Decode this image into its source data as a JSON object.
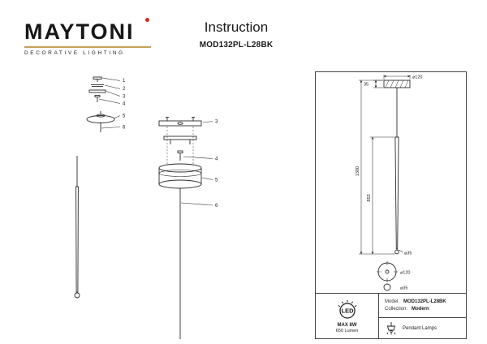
{
  "header": {
    "logo": "MAYTONI",
    "logo_sub": "DECORATIVE LIGHTING",
    "title": "Instruction",
    "model": "MOD132PL-L28BK"
  },
  "colors": {
    "accent_gold": "#C5A05A",
    "logo_dot": "#E2231A",
    "line": "#2B2B2B"
  },
  "diagram": {
    "exploded_callouts": [
      "1",
      "2",
      "3",
      "4",
      "5",
      "6"
    ],
    "assembly_callouts": [
      "3",
      "4",
      "5",
      "6"
    ]
  },
  "dims": {
    "canopy_height": "35",
    "canopy_diameter": "⌀120",
    "overall_length": "1300",
    "rod_length": "853",
    "rod_diameter": "⌀35",
    "canopy_top_view": "⌀120",
    "rod_top_view": "⌀35"
  },
  "info": {
    "model_label": "Model:",
    "model_value": "MOD132PL-L28BK",
    "collection_label": "Collection:",
    "collection_value": "Modern",
    "led": {
      "text": "LED",
      "max_power": "MAX 8W",
      "lumen": "650 Lumen"
    },
    "category": "Pendant Lamps"
  }
}
